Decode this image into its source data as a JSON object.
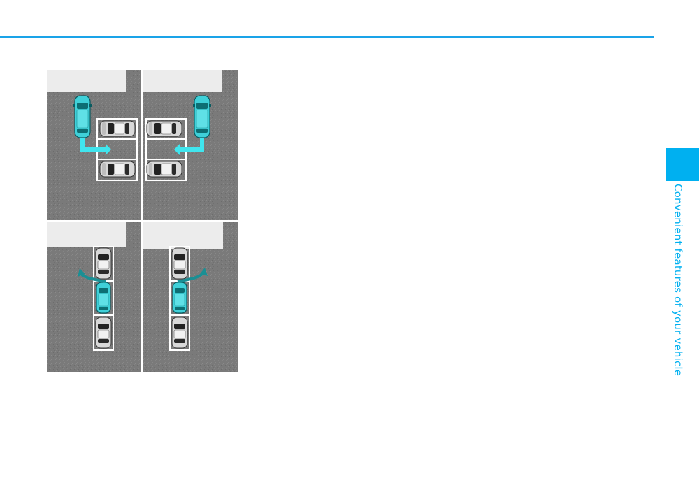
{
  "colors": {
    "accent": "#1aa3e8",
    "tab": "#00b0f0",
    "vehicle": "#3fd0d8",
    "arrow_forward": "#40e5ee",
    "arrow_reverse": "#1a8f94",
    "asphalt": "#7a7a7a",
    "curb": "#ececec"
  },
  "sidebar": {
    "chapter_title": "Convenient features of your vehicle"
  },
  "figure": {
    "panels": [
      {
        "name": "perpendicular-forward-right",
        "vehicle": "own",
        "arrow": "forward-right"
      },
      {
        "name": "perpendicular-forward-left",
        "vehicle": "own",
        "arrow": "forward-left"
      },
      {
        "name": "parallel-exit-left",
        "vehicle": "own",
        "arrow": "reverse-left"
      },
      {
        "name": "parallel-exit-right",
        "vehicle": "own",
        "arrow": "reverse-right"
      }
    ]
  }
}
